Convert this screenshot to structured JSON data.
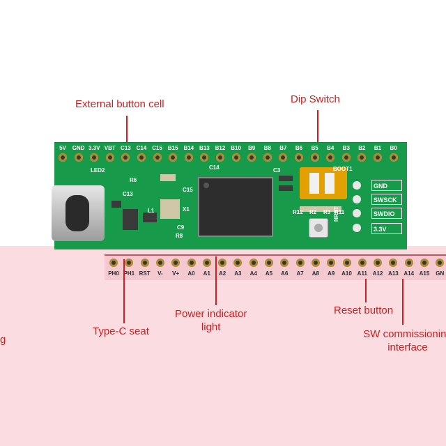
{
  "callouts": {
    "external_button_cell": "External button cell",
    "dip_switch": "Dip Switch",
    "type_c_seat": "Type-C seat",
    "power_indicator_line1": "Power indicator",
    "power_indicator_line2": "light",
    "reset_button": "Reset button",
    "sw_interface_line1": "SW commissioning",
    "sw_interface_line2": "interface",
    "left_fragment": "g"
  },
  "top_pins": [
    "5V",
    "GND",
    "3.3V",
    "VBT",
    "C13",
    "C14",
    "C15",
    "B15",
    "B14",
    "B13",
    "B12",
    "B10",
    "B9",
    "B8",
    "B7",
    "B6",
    "B5",
    "B4",
    "B3",
    "B2",
    "B1",
    "B0"
  ],
  "bottom_pins": [
    "PH0",
    "PH1",
    "RST",
    "V-",
    "V+",
    "A0",
    "A1",
    "A2",
    "A3",
    "A4",
    "A5",
    "A6",
    "A7",
    "A8",
    "A9",
    "A10",
    "A11",
    "A12",
    "A13",
    "A14",
    "A15",
    "GN"
  ],
  "sw_labels": [
    "GND",
    "SWSCK",
    "SWDIO",
    "3.3V"
  ],
  "silkscreen": {
    "led2": "LED2",
    "r6": "R6",
    "boot1": "BOOT1",
    "c3": "C3",
    "c14": "C14",
    "r12": "R12",
    "r2": "R2",
    "r3": "R3",
    "r11": "R11",
    "nrst": "NRST",
    "c13": "C13",
    "c9": "C9",
    "l1": "L1",
    "r8": "R8",
    "c15": "C15",
    "x1": "X1"
  },
  "colors": {
    "pcb": "#179b4a",
    "callout": "#cc1f1f",
    "pink_overlay": "#fbdde1"
  }
}
